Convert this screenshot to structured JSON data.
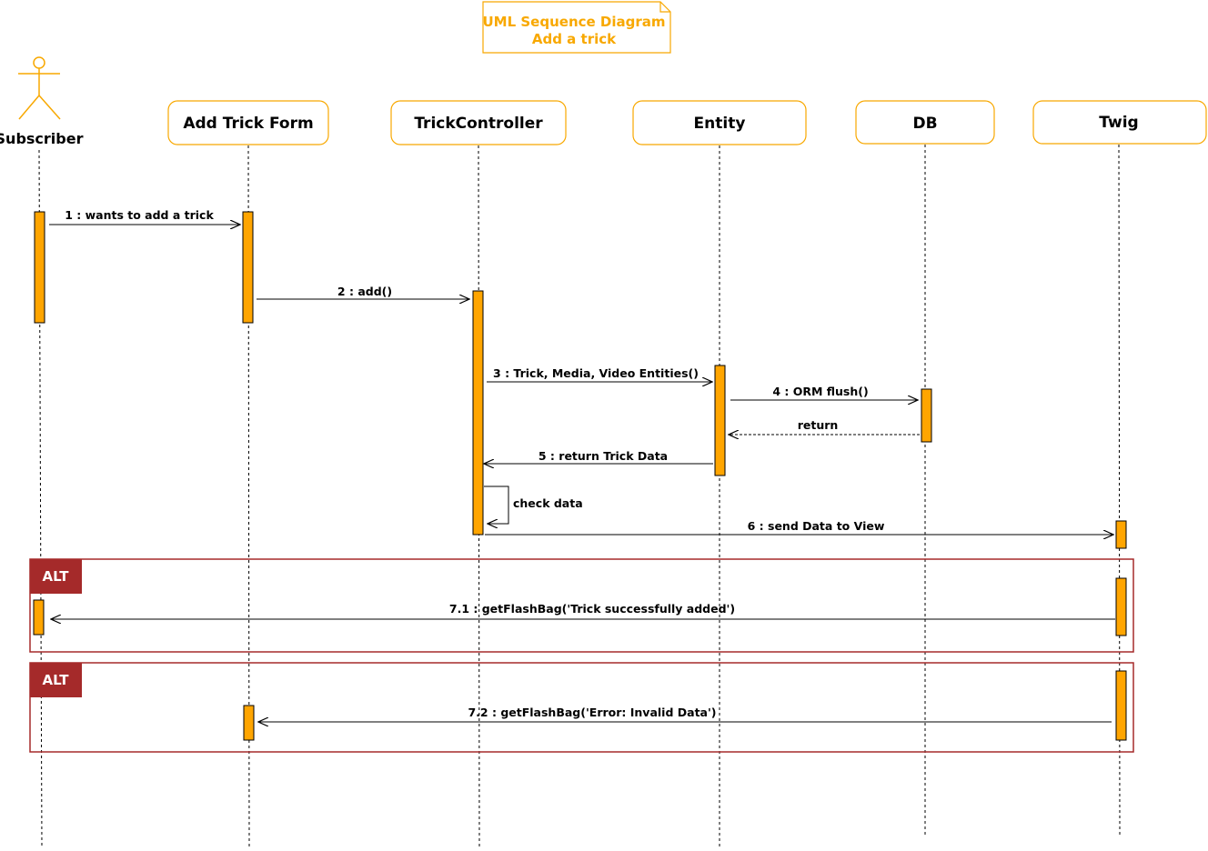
{
  "colors": {
    "accent": "#f8a800",
    "activation_fill": "#ffa500",
    "frame": "#a52a2a",
    "text": "#000000"
  },
  "note": {
    "line1": "UML Sequence Diagram",
    "line2": "Add a trick"
  },
  "actor": {
    "label": "Subscriber"
  },
  "participants": [
    {
      "id": "form",
      "label": "Add Trick Form"
    },
    {
      "id": "controller",
      "label": "TrickController"
    },
    {
      "id": "entity",
      "label": "Entity"
    },
    {
      "id": "db",
      "label": "DB"
    },
    {
      "id": "twig",
      "label": "Twig"
    }
  ],
  "messages": [
    {
      "label": "1  : wants to add  a trick",
      "from": "actor",
      "to": "form",
      "style": "solid"
    },
    {
      "label": "2 : add()",
      "from": "form",
      "to": "controller",
      "style": "solid"
    },
    {
      "label": "3 :  Trick, Media, Video Entities()",
      "from": "controller",
      "to": "entity",
      "style": "solid"
    },
    {
      "label": "4 : ORM flush()",
      "from": "entity",
      "to": "db",
      "style": "solid"
    },
    {
      "label": "return",
      "from": "db",
      "to": "entity",
      "style": "dashed"
    },
    {
      "label": "5 : return Trick Data",
      "from": "entity",
      "to": "controller",
      "style": "solid"
    },
    {
      "label": "check data",
      "from": "controller",
      "to": "controller",
      "style": "self"
    },
    {
      "label": "6 : send Data to View",
      "from": "controller",
      "to": "twig",
      "style": "solid"
    },
    {
      "label": "7.1 : getFlashBag('Trick successfully added')",
      "from": "twig",
      "to": "actor",
      "style": "solid"
    },
    {
      "label": "7.2 : getFlashBag('Error: Invalid Data')",
      "from": "twig",
      "to": "form",
      "style": "solid"
    }
  ],
  "frames": [
    {
      "label": "ALT"
    },
    {
      "label": "ALT"
    }
  ]
}
